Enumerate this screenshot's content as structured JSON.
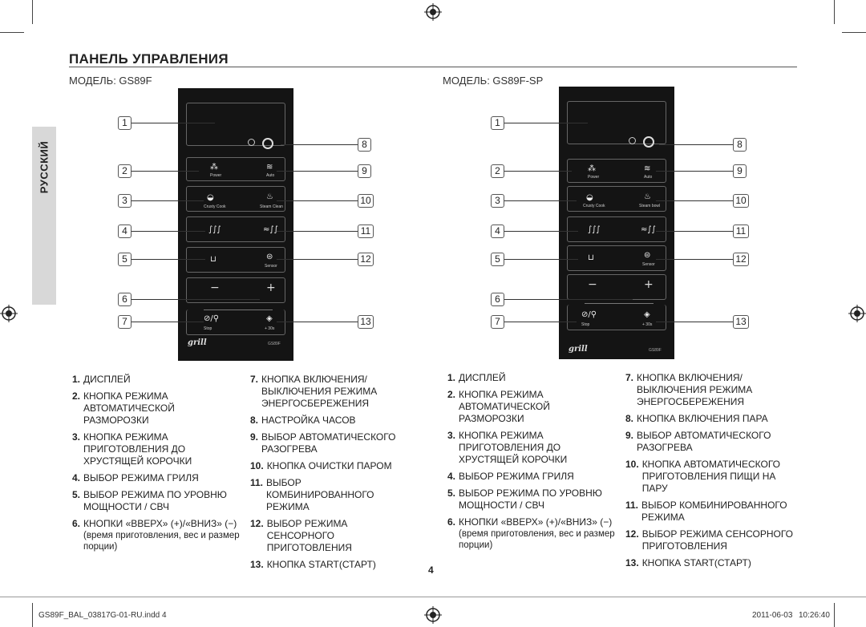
{
  "side_tab": "РУССКИЙ",
  "title": "ПАНЕЛЬ УПРАВЛЕНИЯ",
  "left": {
    "model": "МОДЕЛЬ: GS89F",
    "panel": {
      "power": "Power",
      "auto": "Auto",
      "crusty": "Crusty Cook",
      "steam": "Steam Clean",
      "sensor": "Sensor",
      "stop": "Stop",
      "plus30": "+ 30s",
      "brand": "grill",
      "code": "GS89F"
    },
    "items_col1": [
      {
        "num": "1.",
        "text": "ДИСПЛЕЙ"
      },
      {
        "num": "2.",
        "text": "КНОПКА РЕЖИМА АВТОМАТИЧЕСКОЙ РАЗМОРОЗКИ"
      },
      {
        "num": "3.",
        "text": "КНОПКА РЕЖИМА ПРИГОТОВЛЕНИЯ ДО ХРУСТЯЩЕЙ КОРОЧКИ"
      },
      {
        "num": "4.",
        "text": "ВЫБОР РЕЖИМА ГРИЛЯ"
      },
      {
        "num": "5.",
        "text": "ВЫБОР РЕЖИМА ПО УРОВНЮ МОЩНОСТИ / СВЧ"
      },
      {
        "num": "6.",
        "text": "КНОПКИ «ВВЕРХ» (+)/«ВНИЗ» (−)",
        "sub": "(время приготовления, вес и размер порции)"
      }
    ],
    "items_col2": [
      {
        "num": "7.",
        "text": "КНОПКА ВКЛЮЧЕНИЯ/ ВЫКЛЮЧЕНИЯ РЕЖИМА ЭНЕРГОСБЕРЕЖЕНИЯ"
      },
      {
        "num": "8.",
        "text": "НАСТРОЙКА ЧАСОВ"
      },
      {
        "num": "9.",
        "text": "ВЫБОР АВТОМАТИЧЕСКОГО РАЗОГРЕВА"
      },
      {
        "num": "10.",
        "text": "КНОПКА ОЧИСТКИ ПАРОМ"
      },
      {
        "num": "11.",
        "text": "ВЫБОР КОМБИНИРОВАННОГО РЕЖИМА"
      },
      {
        "num": "12.",
        "text": "ВЫБОР РЕЖИМА СЕНСОРНОГО ПРИГОТОВЛЕНИЯ"
      },
      {
        "num": "13.",
        "text": "КНОПКА START(СТАРТ)"
      }
    ]
  },
  "right": {
    "model": "МОДЕЛЬ: GS89F-SP",
    "panel": {
      "power": "Power",
      "auto": "Auto",
      "crusty": "Crusty Cook",
      "steam": "Steam bowl",
      "sensor": "Sensor",
      "stop": "Stop",
      "plus30": "+ 30s",
      "brand": "grill",
      "code": "GS89F"
    },
    "items_col1": [
      {
        "num": "1.",
        "text": "ДИСПЛЕЙ"
      },
      {
        "num": "2.",
        "text": "КНОПКА РЕЖИМА АВТОМАТИЧЕСКОЙ РАЗМОРОЗКИ"
      },
      {
        "num": "3.",
        "text": "КНОПКА РЕЖИМА ПРИГОТОВЛЕНИЯ ДО ХРУСТЯЩЕЙ КОРОЧКИ"
      },
      {
        "num": "4.",
        "text": "ВЫБОР РЕЖИМА ГРИЛЯ"
      },
      {
        "num": "5.",
        "text": "ВЫБОР РЕЖИМА ПО УРОВНЮ МОЩНОСТИ / СВЧ"
      },
      {
        "num": "6.",
        "text": "КНОПКИ «ВВЕРХ» (+)/«ВНИЗ» (−)",
        "sub": "(время приготовления, вес и размер порции)"
      }
    ],
    "items_col2": [
      {
        "num": "7.",
        "text": "КНОПКА ВКЛЮЧЕНИЯ/ ВЫКЛЮЧЕНИЯ РЕЖИМА ЭНЕРГОСБЕРЕЖЕНИЯ"
      },
      {
        "num": "8.",
        "text": "КНОПКА ВКЛЮЧЕНИЯ ПАРА"
      },
      {
        "num": "9.",
        "text": "ВЫБОР АВТОМАТИЧЕСКОГО РАЗОГРЕВА"
      },
      {
        "num": "10.",
        "text": "КНОПКА АВТОМАТИЧЕСКОГО ПРИГОТОВЛЕНИЯ ПИЩИ НА ПАРУ"
      },
      {
        "num": "11.",
        "text": "ВЫБОР КОМБИНИРОВАННОГО РЕЖИМА"
      },
      {
        "num": "12.",
        "text": "ВЫБОР РЕЖИМА СЕНСОРНОГО ПРИГОТОВЛЕНИЯ"
      },
      {
        "num": "13.",
        "text": "КНОПКА START(СТАРТ)"
      }
    ]
  },
  "callouts_left": [
    "1",
    "2",
    "3",
    "4",
    "5",
    "6",
    "7"
  ],
  "callouts_right": [
    "8",
    "9",
    "10",
    "11",
    "12",
    "13"
  ],
  "page_number": "4",
  "footer": {
    "file": "GS89F_BAL_03817G-01-RU.indd   4",
    "date": "2011-06-03",
    "time": "10:26:40"
  }
}
